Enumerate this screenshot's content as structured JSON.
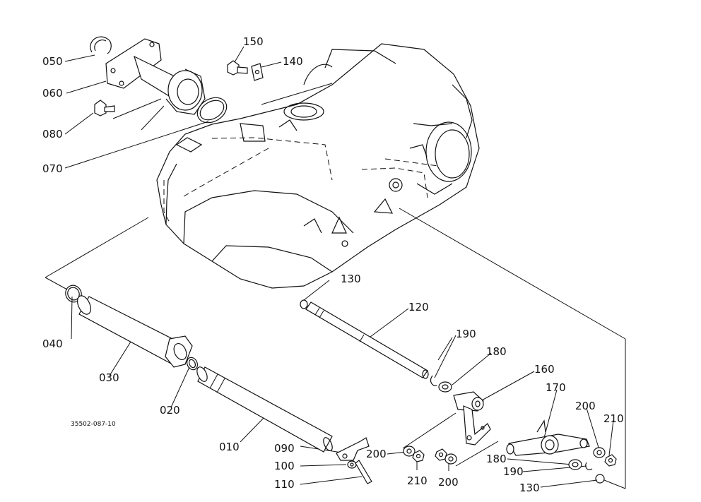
{
  "diagram": {
    "drawing_code": "35502-087-10",
    "labels": {
      "p050": "050",
      "p060": "060",
      "p080": "080",
      "p070": "070",
      "p150": "150",
      "p140": "140",
      "p130a": "130",
      "p120": "120",
      "p190a": "190",
      "p180a": "180",
      "p160": "160",
      "p170": "170",
      "p200a": "200",
      "p210a": "210",
      "p040": "040",
      "p030": "030",
      "p020": "020",
      "p010": "010",
      "p090": "090",
      "p100": "100",
      "p110": "110",
      "p200b": "200",
      "p210b": "210",
      "p200c": "200",
      "p180b": "180",
      "p190b": "190",
      "p130b": "130"
    }
  }
}
